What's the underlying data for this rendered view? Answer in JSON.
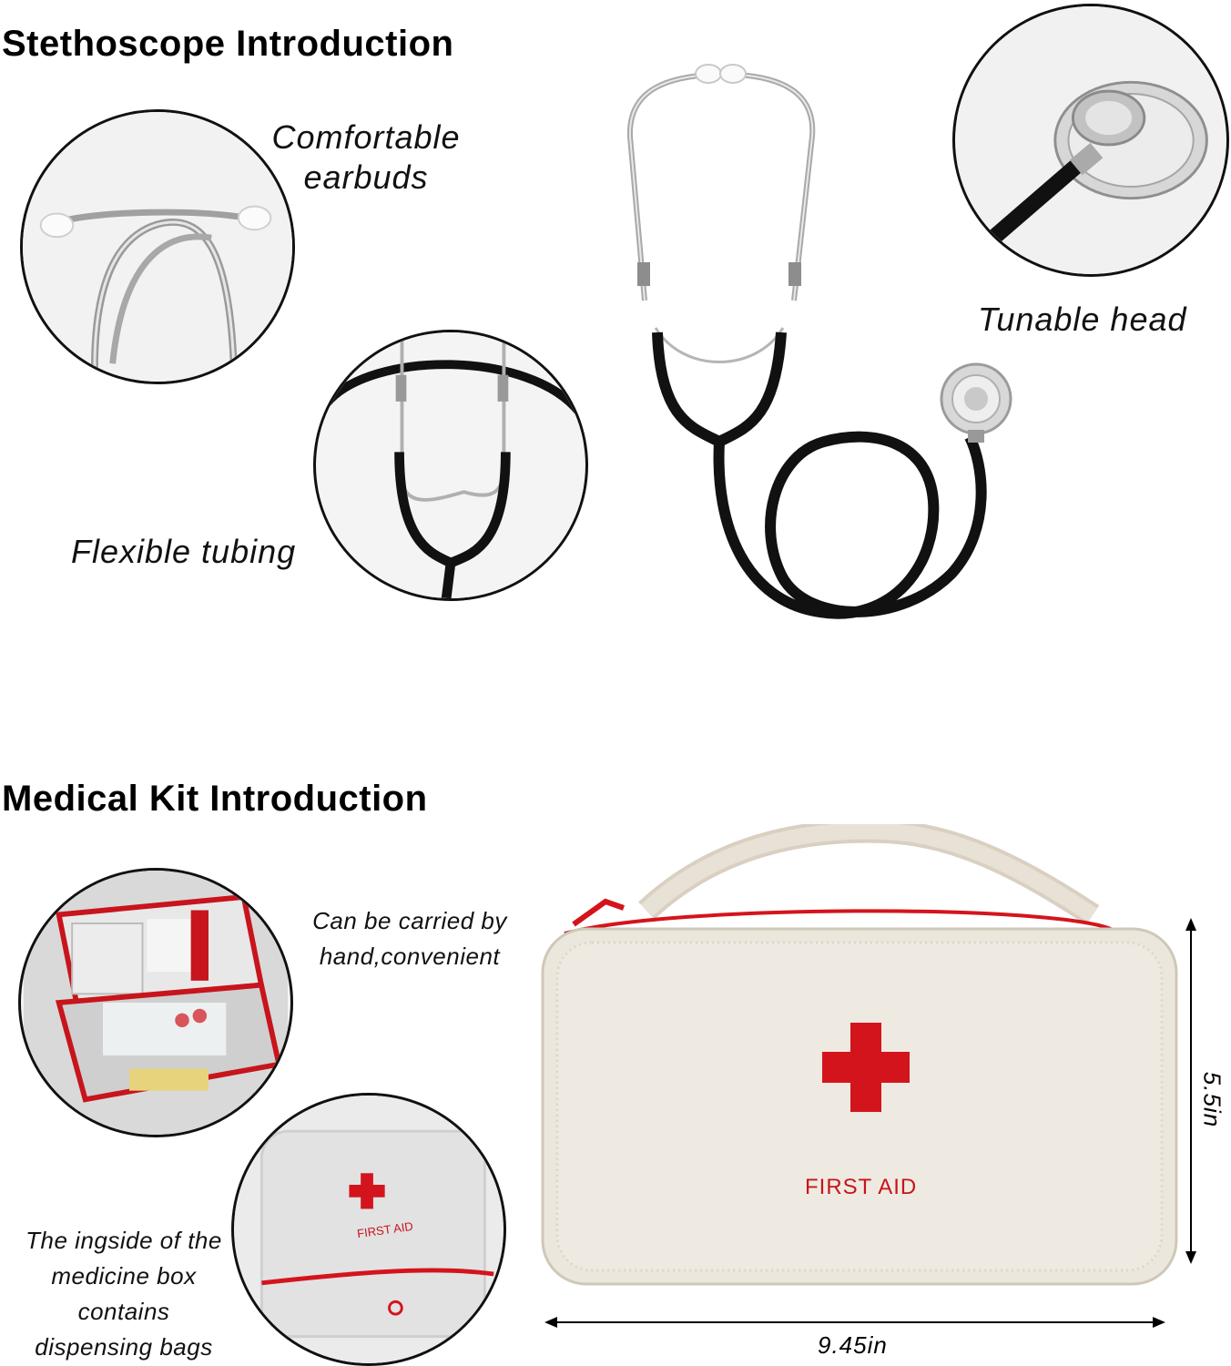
{
  "stethoscope": {
    "title": "Stethoscope Introduction",
    "captions": {
      "earbuds_line1": "Comfortable",
      "earbuds_line2": "earbuds",
      "tubing": "Flexible tubing",
      "head": "Tunable head"
    }
  },
  "medical_kit": {
    "title": "Medical Kit Introduction",
    "captions": {
      "carry_line1": "Can be carried by",
      "carry_line2": "hand,convenient",
      "inside_line1": "The ingside of the",
      "inside_line2": "medicine box",
      "inside_line3": "contains",
      "inside_line4": "dispensing bags"
    },
    "bag_label": "FIRST AID",
    "small_bag_label": "FIRST AID",
    "width_label": "9.45in",
    "height_label": "5.5in"
  },
  "colors": {
    "cross_red": "#d4141c",
    "bag_cream": "#ece8df",
    "tube_black": "#111111"
  }
}
